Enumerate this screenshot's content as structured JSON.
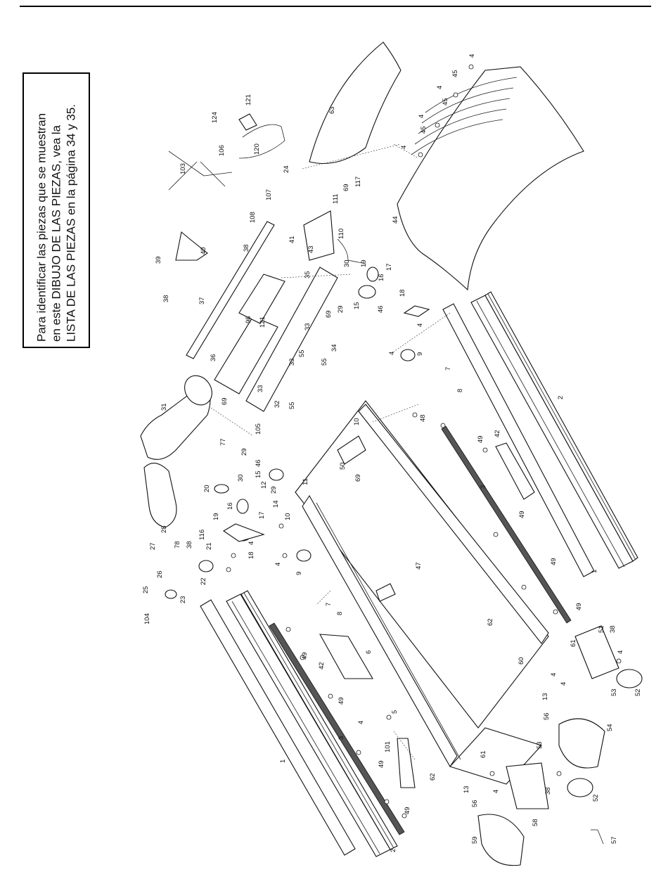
{
  "note": {
    "lines": [
      "Para identificar las piezas que se muestran",
      "en este DIBUJO DE LAS PIEZAS, vea la",
      "LISTA DE LAS PIEZAS en la página 34 y 35."
    ]
  },
  "callouts": [
    "4",
    "45",
    "4",
    "45",
    "4",
    "45",
    "4",
    "63",
    "121",
    "124",
    "106",
    "103",
    "120",
    "24",
    "107",
    "108",
    "69",
    "117",
    "111",
    "110",
    "41",
    "43",
    "38",
    "40",
    "39",
    "38",
    "37",
    "98",
    "35",
    "30",
    "19",
    "16",
    "17",
    "18",
    "15",
    "46",
    "69",
    "29",
    "4",
    "9",
    "4",
    "121",
    "36",
    "69",
    "33",
    "55",
    "34",
    "33",
    "55",
    "33",
    "31",
    "32",
    "105",
    "77",
    "55",
    "29",
    "46",
    "15",
    "30",
    "12",
    "29",
    "20",
    "16",
    "19",
    "17",
    "14",
    "10",
    "11",
    "50",
    "69",
    "48",
    "10",
    "7",
    "8",
    "2",
    "42",
    "49",
    "3",
    "49",
    "49",
    "49",
    "1",
    "4",
    "18",
    "9",
    "4",
    "28",
    "27",
    "78",
    "38",
    "116",
    "21",
    "22",
    "26",
    "25",
    "23",
    "104",
    "7",
    "8",
    "47",
    "62",
    "61",
    "60",
    "51",
    "38",
    "4",
    "52",
    "53",
    "4",
    "4",
    "13",
    "56",
    "54",
    "6",
    "1",
    "3",
    "42",
    "49",
    "49",
    "49",
    "49",
    "5",
    "4",
    "101",
    "62",
    "61",
    "13",
    "4",
    "56",
    "53",
    "38",
    "52",
    "58",
    "57",
    "59",
    "2",
    "44"
  ]
}
